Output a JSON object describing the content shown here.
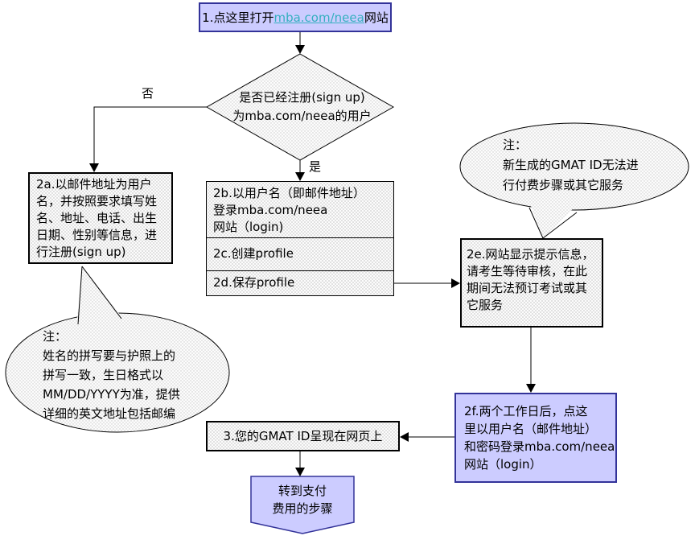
{
  "flowchart": {
    "step1": {
      "prefix": "1.点这里打开",
      "link": "mba.com/neea",
      "suffix": "网站"
    },
    "decision": "是否已经注册(sign up)\n为mba.com/neea的用户",
    "branch_no": "否",
    "branch_yes": "是",
    "step2a": "2a.以邮件地址为用户\n名，并按照要求填写姓\n名、地址、电话、出生\n日期、性别等信息，进\n行注册(sign up)",
    "step2b": "2b.以用户名（即邮件地址）\n登录mba.com/neea\n网站（login)",
    "step2c": "2c.创建profile",
    "step2d": "2d.保存profile",
    "step2e": "2e.网站显示提示信息，\n请考生等待审核，在此\n期间无法预订考试或其\n它服务",
    "step2f": "2f.两个工作日后，点这\n里以用户名（邮件地址）\n和密码登录mba.com/neea\n网站（login）",
    "step3": "3.您的GMAT ID呈现在网页上",
    "final_step": "转到支付\n费用的步骤",
    "note_new_id": "注：\n新生成的GMAT ID无法进\n行付费步骤或其它服务",
    "note_name_spelling": "注：\n姓名的拼写要与护照上的\n拼写一致，生日格式以\nMM/DD/YYYY为准，提供\n详细的英文地址包括邮编",
    "colors": {
      "process_fill": "#ccccff",
      "process_border": "#333399",
      "link_color": "#35b0c0",
      "stipple_dot": "#c9c9c9",
      "stipple_bg": "#fcfcfc",
      "line_color": "#000000"
    }
  }
}
